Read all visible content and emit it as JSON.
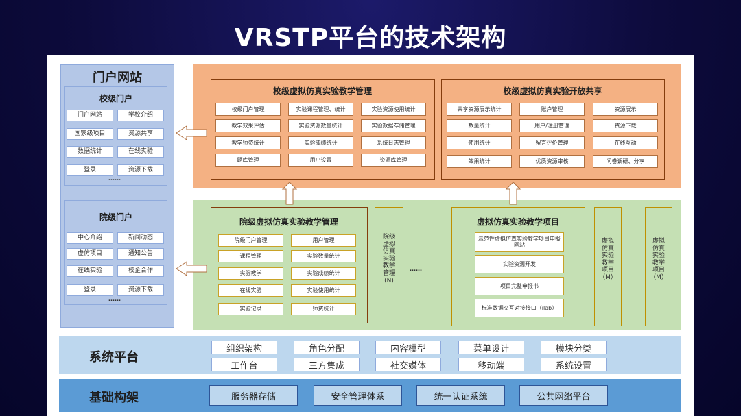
{
  "title": "VRSTP平台的技术架构",
  "portal": {
    "title": "门户网站",
    "school": {
      "title": "校级门户",
      "items": [
        "门户网站",
        "学校介绍",
        "国家级项目",
        "资源共享",
        "数据统计",
        "在线实验",
        "登录",
        "资源下载"
      ],
      "more": "……"
    },
    "college": {
      "title": "院级门户",
      "items": [
        "中心介绍",
        "新闻动态",
        "虚仿项目",
        "通知公告",
        "在线实验",
        "校企合作",
        "登录",
        "资源下载"
      ],
      "more": "……"
    }
  },
  "school_level": {
    "mgmt": {
      "title": "校级虚拟仿真实验教学管理",
      "items": [
        "校级门户管理",
        "实验课程管理、统计",
        "实验资源使用统计",
        "教学效果评估",
        "实验资源数量统计",
        "实验数据存储管理",
        "教学师资统计",
        "实验成绩统计",
        "系统日志管理",
        "题库管理",
        "用户设置",
        "资源库管理"
      ]
    },
    "share": {
      "title": "校级虚拟仿真实验开放共享",
      "items": [
        "共享资源展示统计",
        "账户管理",
        "资源展示",
        "数量统计",
        "用户/注册管理",
        "资源下载",
        "使用统计",
        "留言评价管理",
        "在线互动",
        "效果统计",
        "优质资源审核",
        "问卷调研、分享"
      ]
    }
  },
  "college_level": {
    "mgmt": {
      "title": "院级虚拟仿真实验教学管理",
      "items": [
        "院级门户管理",
        "用户管理",
        "课程管理",
        "实验数量统计",
        "实验教学",
        "实验成绩统计",
        "在线实验",
        "实验使用统计",
        "实验记录",
        "师资统计"
      ]
    },
    "college_n": "院级\n虚拟\n仿真\n实验\n教学\n管理\n(N)",
    "dots": "……",
    "project": {
      "title": "虚拟仿真实验教学项目",
      "items": [
        "示范性虚拟仿真实验教学项目申报网站",
        "实验资源开发",
        "项目完整申报书",
        "标准数据交互对接接口（ilab）"
      ]
    },
    "project_m1": "虚拟\n仿真\n实验\n教学\n项目\n（M）",
    "project_m2": "虚拟\n仿真\n实验\n教学\n项目\n（M）"
  },
  "system_platform": {
    "title": "系统平台",
    "items": [
      "组织架构",
      "角色分配",
      "内容模型",
      "菜单设计",
      "模块分类",
      "工作台",
      "三方集成",
      "社交媒体",
      "移动端",
      "系统设置"
    ]
  },
  "base": {
    "title": "基础构架",
    "items": [
      "服务器存储",
      "安全管理体系",
      "统一认证系统",
      "公共网络平台"
    ]
  },
  "colors": {
    "background": "#0d0b3c",
    "portal_panel": "#b4c7e7",
    "school_panel": "#f4b183",
    "college_panel": "#c5e0b4",
    "system_panel": "#bdd7ee",
    "base_panel": "#5b9bd5"
  }
}
